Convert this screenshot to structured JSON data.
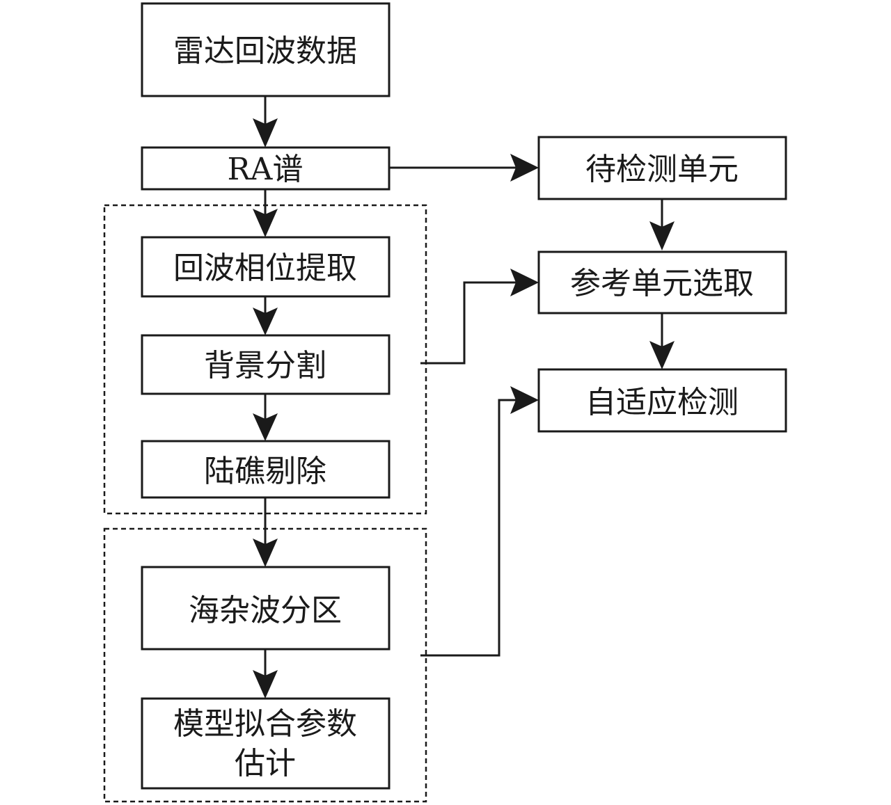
{
  "diagram": {
    "type": "flowchart",
    "nodes": [
      {
        "id": "radar_echo",
        "label": "雷达回波数据"
      },
      {
        "id": "ra_spectrum",
        "label": "RA谱"
      },
      {
        "id": "echo_phase",
        "label": "回波相位提取"
      },
      {
        "id": "bg_segment",
        "label": "背景分割"
      },
      {
        "id": "land_reef",
        "label": "陆礁剔除"
      },
      {
        "id": "sea_clutter",
        "label": "海杂波分区"
      },
      {
        "id": "model_fit",
        "label": "模型拟合参数",
        "label_line2": "估计"
      },
      {
        "id": "cell_under_test",
        "label": "待检测单元"
      },
      {
        "id": "ref_select",
        "label": "参考单元选取"
      },
      {
        "id": "adaptive_detect",
        "label": "自适应检测"
      }
    ],
    "groups": [
      {
        "id": "group_preprocess",
        "members": [
          "echo_phase",
          "bg_segment",
          "land_reef"
        ],
        "style": "dashed"
      },
      {
        "id": "group_clutter",
        "members": [
          "sea_clutter",
          "model_fit"
        ],
        "style": "dashed"
      }
    ],
    "edges": [
      {
        "from": "radar_echo",
        "to": "ra_spectrum"
      },
      {
        "from": "ra_spectrum",
        "to": "echo_phase"
      },
      {
        "from": "echo_phase",
        "to": "bg_segment"
      },
      {
        "from": "bg_segment",
        "to": "land_reef"
      },
      {
        "from": "land_reef",
        "to": "sea_clutter"
      },
      {
        "from": "sea_clutter",
        "to": "model_fit"
      },
      {
        "from": "ra_spectrum",
        "to": "cell_under_test"
      },
      {
        "from": "cell_under_test",
        "to": "ref_select"
      },
      {
        "from": "ref_select",
        "to": "adaptive_detect"
      },
      {
        "from": "group_preprocess",
        "to": "ref_select"
      },
      {
        "from": "group_clutter",
        "to": "adaptive_detect"
      }
    ]
  }
}
